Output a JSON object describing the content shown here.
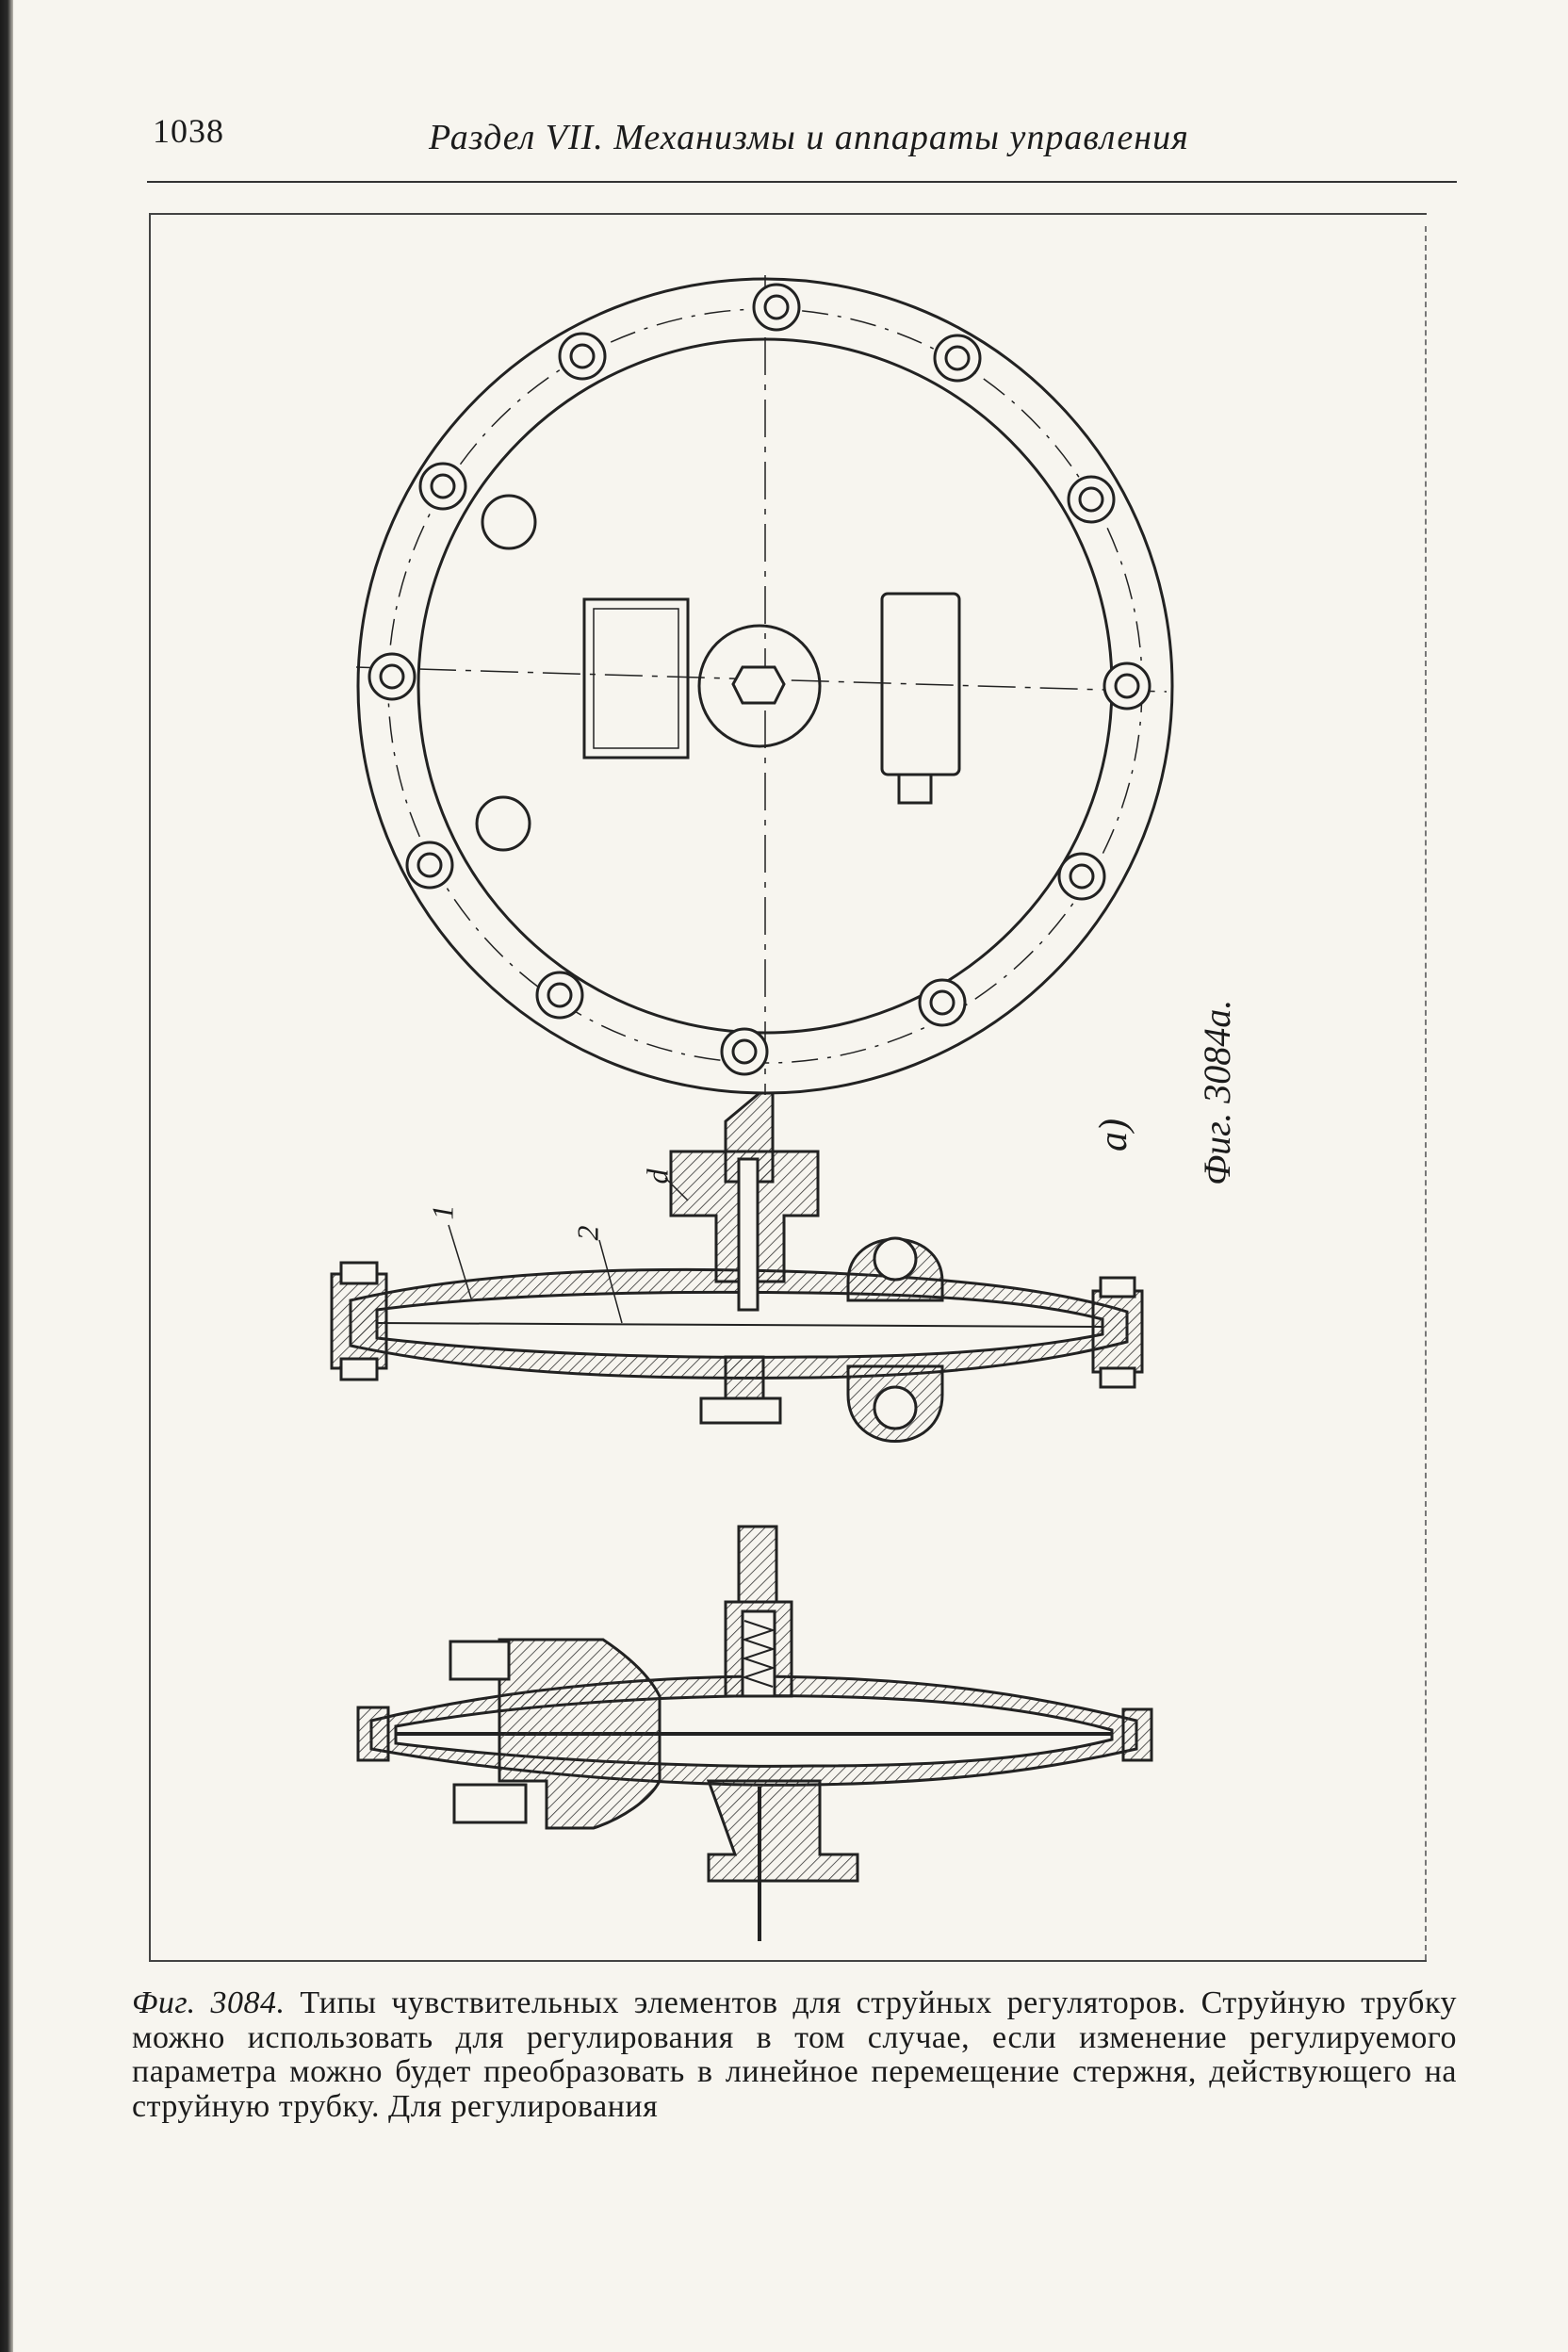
{
  "header": {
    "page_number": "1038",
    "running_head": "Раздел VII. Механизмы и аппараты управления"
  },
  "figure": {
    "sub_label_a": "а)",
    "figure_title": "Фиг. 3084а.",
    "callouts": [
      "1",
      "2",
      "d"
    ]
  },
  "caption": {
    "label": "Фиг. 3084.",
    "text": "Типы чувствительных элементов для струйных регуляторов. Струйную трубку можно использовать для регулирования в том случае, если изменение регулируемого параметра можно будет преобразовать в линейное перемещение стержня, действующего на струйную трубку. Для регулирования"
  }
}
